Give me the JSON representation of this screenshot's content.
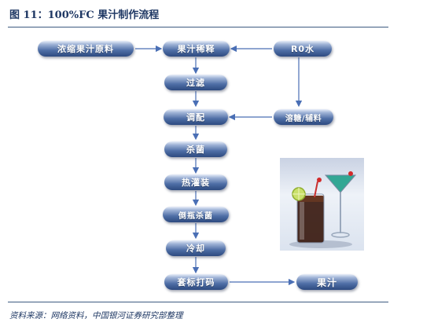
{
  "title": "图 11：100%FC 果汁制作流程",
  "source": "资料来源：网络资料，中国银河证券研究部整理",
  "nodes": {
    "concentrate": "浓缩果汁原料",
    "dilute": "果汁稀释",
    "ro_water": "R0水",
    "filter": "过滤",
    "sugar": "溶糖/辅料",
    "blend": "调配",
    "sterilize": "杀菌",
    "hotfill": "热灌装",
    "invert": "倒瓶杀菌",
    "cool": "冷却",
    "label": "套标打码",
    "juice": "果汁"
  },
  "colors": {
    "node_dark": "#2d4a80",
    "node_light": "#9fb3d6",
    "arrow": "#4a6fb5",
    "title": "#1f3864"
  },
  "image": {
    "subject": "two-cocktail-glasses-icon"
  }
}
